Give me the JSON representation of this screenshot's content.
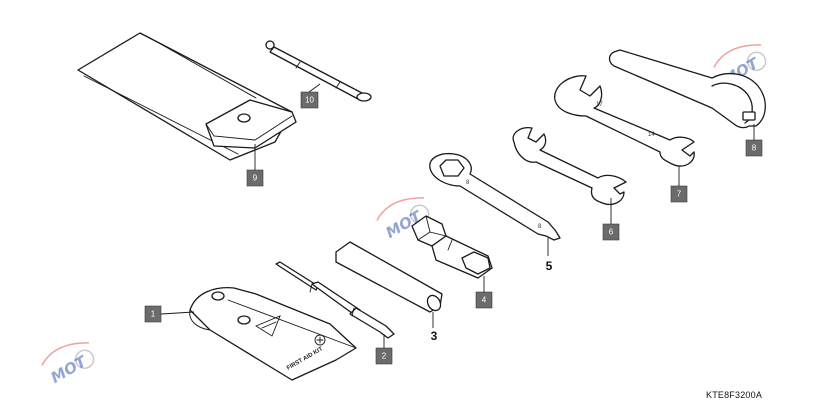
{
  "diagram": {
    "code": "KTE8F3200A",
    "kit_text": "FIRST AID KIT",
    "callouts": [
      {
        "id": "1",
        "boxed": true
      },
      {
        "id": "2",
        "boxed": true
      },
      {
        "id": "3",
        "boxed": false
      },
      {
        "id": "4",
        "boxed": true
      },
      {
        "id": "5",
        "boxed": false
      },
      {
        "id": "6",
        "boxed": true
      },
      {
        "id": "7",
        "boxed": true
      },
      {
        "id": "8",
        "boxed": true
      },
      {
        "id": "9",
        "boxed": true
      },
      {
        "id": "10",
        "boxed": true
      }
    ],
    "size_marks": {
      "box_wrench": "8",
      "wrench_small": "8",
      "wrench_large_a": "17",
      "wrench_large_b": "14"
    },
    "colors": {
      "callout_box": "#6b6b6b",
      "line": "#1a1a1a",
      "watermark": "#3b5db3"
    }
  }
}
